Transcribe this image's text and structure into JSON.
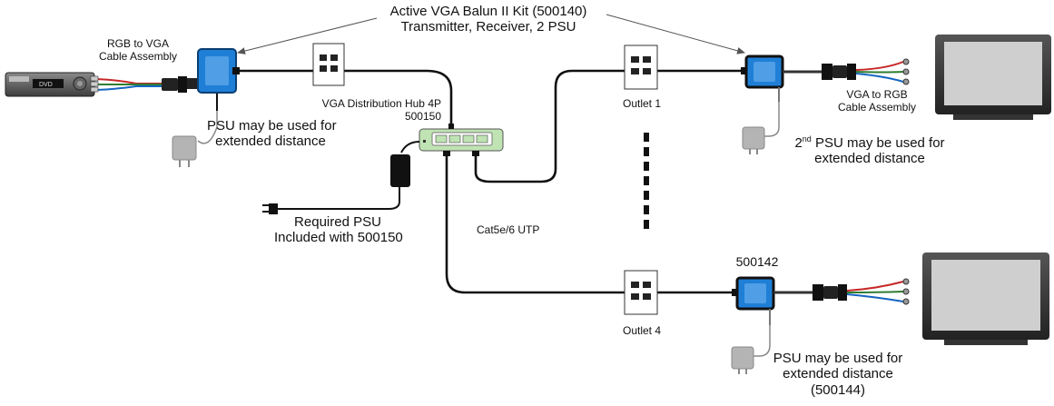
{
  "title": {
    "line1": "Active VGA Balun II Kit (500140)",
    "line2": "Transmitter, Receiver, 2 PSU"
  },
  "labels": {
    "rgb_to_vga": [
      "RGB to VGA",
      "Cable Assembly"
    ],
    "dvd_text": "DVD",
    "psu_tx": [
      "PSU may be used for",
      "extended distance"
    ],
    "hub": [
      "VGA Distribution Hub 4P",
      "500150"
    ],
    "required_psu": [
      "Required PSU",
      "Included with 500150"
    ],
    "cable_type": "Cat5e/6 UTP",
    "outlet1": "Outlet 1",
    "outlet4": "Outlet 4",
    "vga_to_rgb": [
      "VGA to RGB",
      "Cable Assembly"
    ],
    "second_psu": {
      "ordinal": "2",
      "ordinal_suffix": "nd",
      "line1_rest": " PSU may be used for",
      "line2": "extended distance"
    },
    "receiver2_part": "500142",
    "psu_rx2": [
      "PSU may be used for",
      "extended distance",
      "(500144)"
    ]
  },
  "colors": {
    "balun_blue": "#1f7fd6",
    "hub_green": "#bfe3b3",
    "cable": "#111111",
    "psu_gray": "#b4b4b4",
    "monitor_frame": "#3a3a3a",
    "monitor_screen": "#cfcfcf",
    "rgb_red": "#c62828",
    "rgb_green": "#2e7d32",
    "rgb_blue": "#1565c0"
  }
}
